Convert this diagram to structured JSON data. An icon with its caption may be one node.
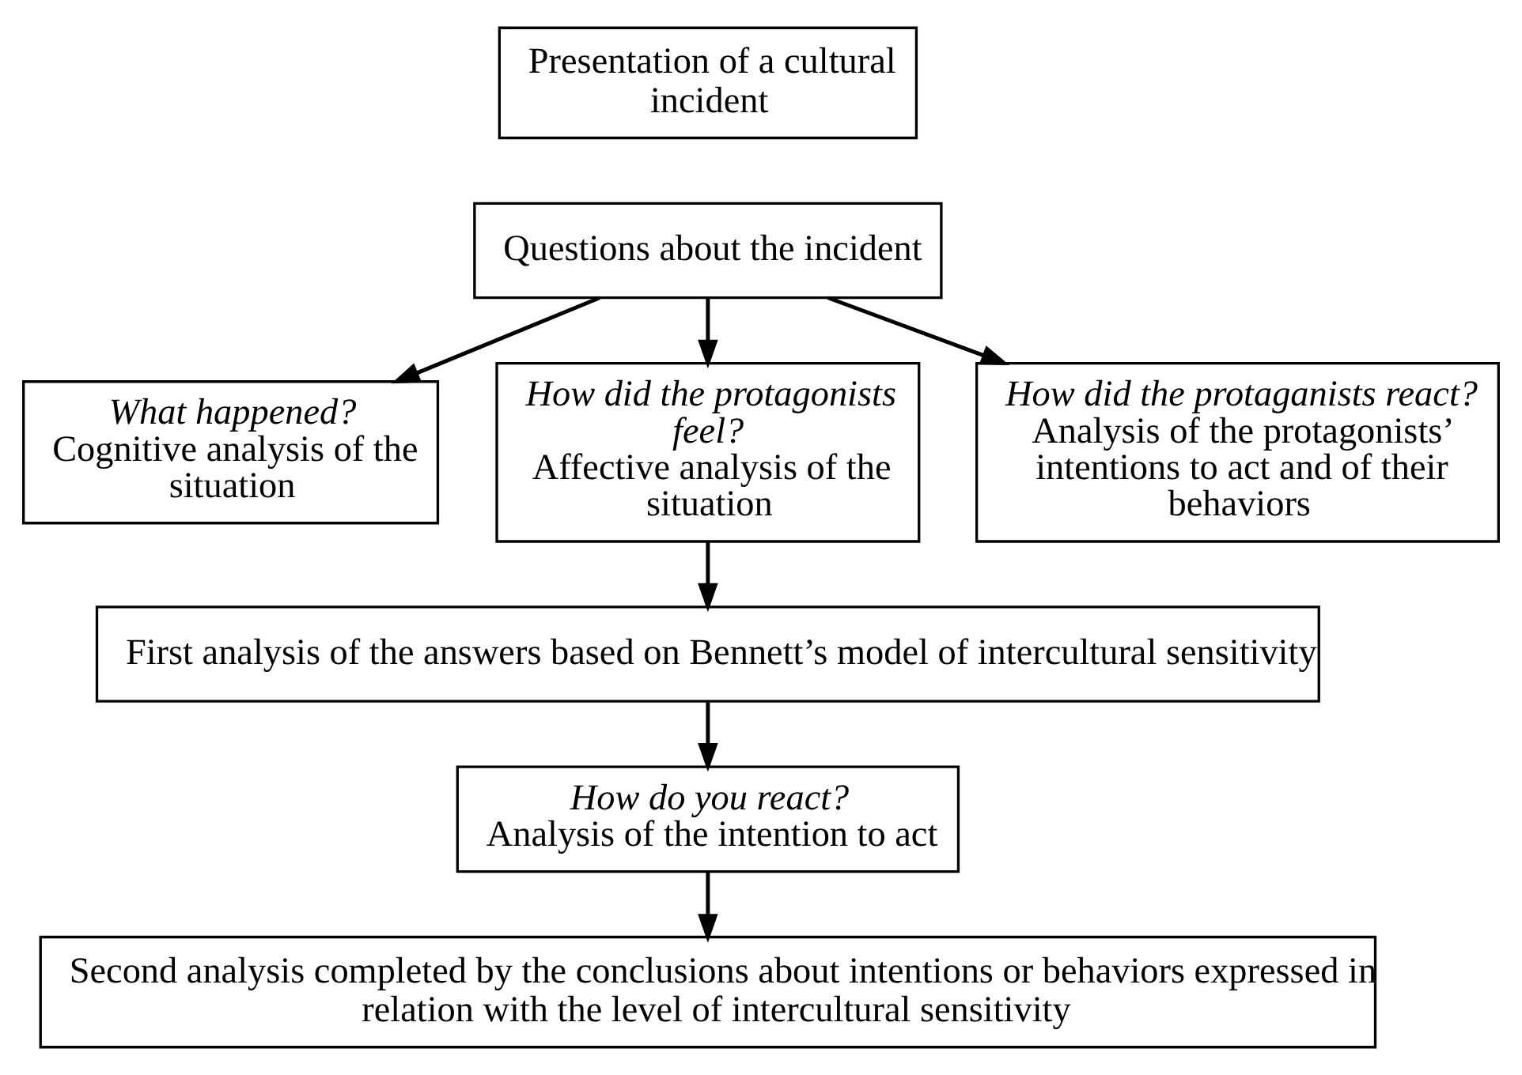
{
  "diagram": {
    "nodes": [
      {
        "text": [
          "Presentation of a cultural incident"
        ]
      },
      {
        "text": [
          "Questions about the incident"
        ]
      },
      {
        "text": [
          "What happened?",
          "Cognitive analysis of the situation"
        ]
      },
      {
        "text": [
          "How did the protagonists feel?",
          "Affective analysis of the situation"
        ]
      },
      {
        "text": [
          "How did the protaganists react?",
          "Analysis of the protagonists’ intentions to act and of their behaviors"
        ]
      },
      {
        "text": [
          "First analysis of the answers based on Bennett’s model of intercultural sensitivity"
        ]
      },
      {
        "text": [
          "How do you react?",
          "Analysis of the intention to act"
        ]
      },
      {
        "text": [
          "Second analysis completed by the conclusions about intentions or behaviors expressed in relation with the level of intercultural sensitivity"
        ]
      }
    ],
    "edges": [
      {
        "from": 1,
        "to": 2,
        "arrow": "to"
      },
      {
        "from": 1,
        "to": 3,
        "arrow": "to"
      },
      {
        "from": 1,
        "to": 4,
        "arrow": "to"
      },
      {
        "from": 3,
        "to": 5,
        "arrow": "to"
      },
      {
        "from": 5,
        "to": 6,
        "arrow": "to"
      },
      {
        "from": 6,
        "to": 7,
        "arrow": "to"
      }
    ]
  }
}
